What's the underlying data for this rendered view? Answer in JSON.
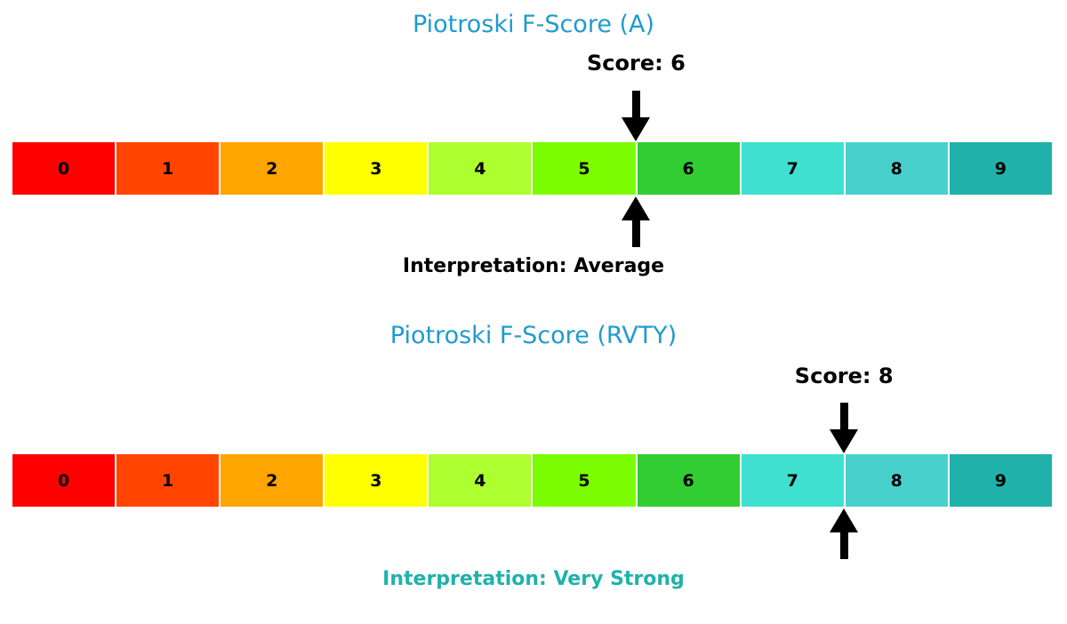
{
  "figure": {
    "background": "#ffffff"
  },
  "colors": {
    "title_blue": "#1F9BCD",
    "text_black": "#000000",
    "teal": "#20B2AA",
    "arrow_black": "#000000"
  },
  "scale": {
    "labels": [
      "0",
      "1",
      "2",
      "3",
      "4",
      "5",
      "6",
      "7",
      "8",
      "9"
    ],
    "cell_colors": [
      "#FF0000",
      "#FF4500",
      "#FFA500",
      "#FFFF00",
      "#ADFF2F",
      "#7CFC00",
      "#32CD32",
      "#40E0D0",
      "#48D1CC",
      "#20B2AA"
    ]
  },
  "charts": [
    {
      "title": "Piotroski F-Score (A)",
      "ticker": "A",
      "score_label": "Score: 6",
      "score_value": 6,
      "interpretation": "Interpretation: Average",
      "interpretation_color": "#000000"
    },
    {
      "title": "Piotroski F-Score (RVTY)",
      "ticker": "RVTY",
      "score_label": "Score: 8",
      "score_value": 8,
      "interpretation": "Interpretation: Very Strong",
      "interpretation_color": "#20B2AA"
    }
  ],
  "chart_data": [
    {
      "type": "bar",
      "subtype": "score-scale-gauge",
      "title": "Piotroski F-Score (A)",
      "categories": [
        0,
        1,
        2,
        3,
        4,
        5,
        6,
        7,
        8,
        9
      ],
      "values": [
        1,
        1,
        1,
        1,
        1,
        1,
        1,
        1,
        1,
        1
      ],
      "cell_colors": [
        "#FF0000",
        "#FF4500",
        "#FFA500",
        "#FFFF00",
        "#ADFF2F",
        "#7CFC00",
        "#32CD32",
        "#40E0D0",
        "#48D1CC",
        "#20B2AA"
      ],
      "highlight_score": 6,
      "annotations": [
        "Score: 6",
        "Interpretation: Average"
      ],
      "xlim": [
        0,
        10
      ],
      "grid": false,
      "legend": "none"
    },
    {
      "type": "bar",
      "subtype": "score-scale-gauge",
      "title": "Piotroski F-Score (RVTY)",
      "categories": [
        0,
        1,
        2,
        3,
        4,
        5,
        6,
        7,
        8,
        9
      ],
      "values": [
        1,
        1,
        1,
        1,
        1,
        1,
        1,
        1,
        1,
        1
      ],
      "cell_colors": [
        "#FF0000",
        "#FF4500",
        "#FFA500",
        "#FFFF00",
        "#ADFF2F",
        "#7CFC00",
        "#32CD32",
        "#40E0D0",
        "#48D1CC",
        "#20B2AA"
      ],
      "highlight_score": 8,
      "annotations": [
        "Score: 8",
        "Interpretation: Very Strong"
      ],
      "xlim": [
        0,
        10
      ],
      "grid": false,
      "legend": "none"
    }
  ]
}
